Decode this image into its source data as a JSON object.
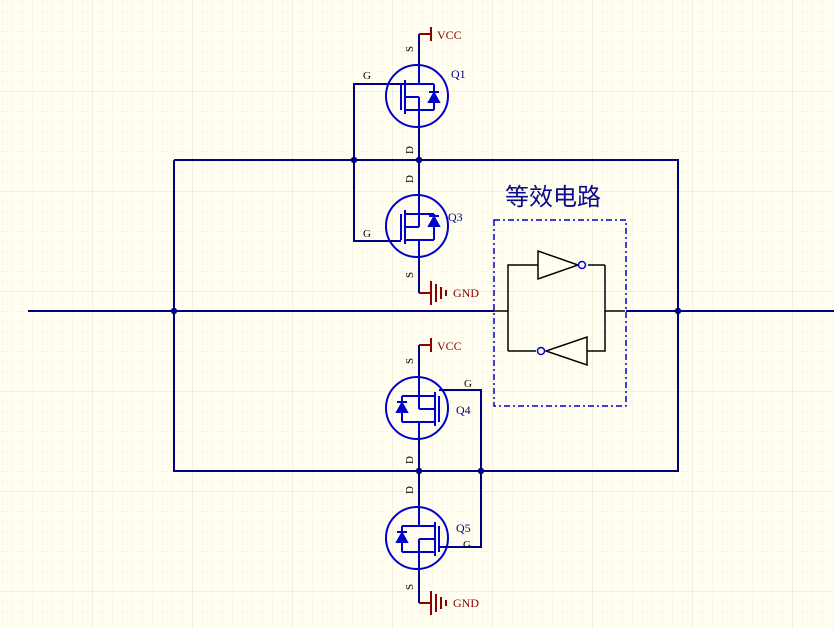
{
  "title": "等效电路",
  "colors": {
    "background": "#fffef0",
    "wire": "#000080",
    "component": "#0000cc",
    "power": "#8b0000",
    "box": "#0000cc",
    "text": "#000000"
  },
  "labels": {
    "Q1": {
      "ref": "Q1",
      "s": "S",
      "d": "D",
      "g": "G"
    },
    "Q3": {
      "ref": "Q3",
      "s": "S",
      "d": "D",
      "g": "G"
    },
    "Q4": {
      "ref": "Q4",
      "s": "S",
      "d": "D",
      "g": "G"
    },
    "Q5": {
      "ref": "Q5",
      "s": "S",
      "d": "D",
      "g": "G"
    }
  },
  "power": {
    "vcc1": "VCC",
    "vcc2": "VCC",
    "gnd1": "GND",
    "gnd2": "GND"
  }
}
